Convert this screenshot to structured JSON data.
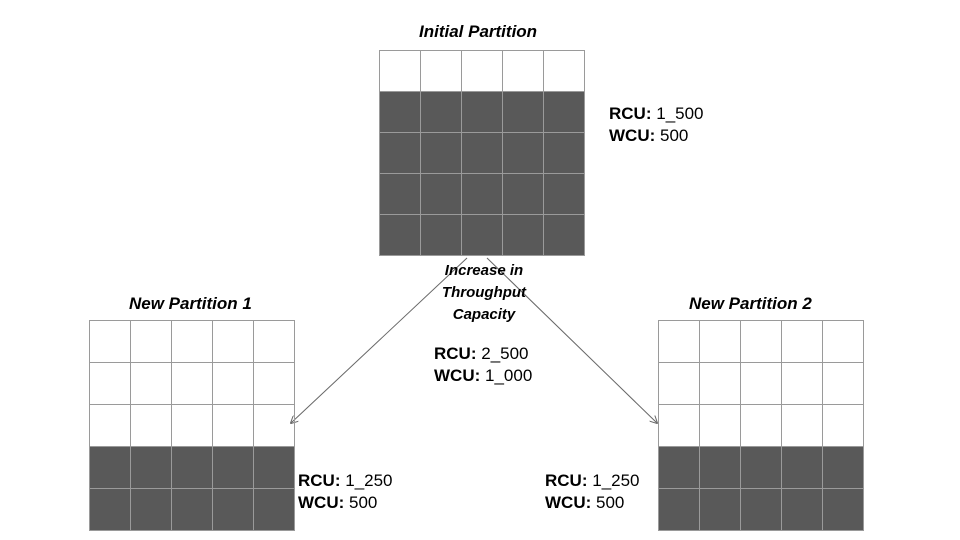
{
  "initial": {
    "title": "Initial Partition",
    "rcu_label": "RCU:",
    "rcu_value": "1_500",
    "wcu_label": "WCU:",
    "wcu_value": "500",
    "filled_rows": 4,
    "total_rows": 5,
    "cols": 5
  },
  "increase": {
    "text_line1": "Increase in",
    "text_line2": "Throughput",
    "text_line3": "Capacity",
    "rcu_label": "RCU:",
    "rcu_value": "2_500",
    "wcu_label": "WCU:",
    "wcu_value": "1_000"
  },
  "partition1": {
    "title": "New Partition 1",
    "rcu_label": "RCU:",
    "rcu_value": "1_250",
    "wcu_label": "WCU:",
    "wcu_value": "500",
    "filled_rows": 2,
    "total_rows": 5,
    "cols": 5
  },
  "partition2": {
    "title": "New Partition 2",
    "rcu_label": "RCU:",
    "rcu_value": "1_250",
    "wcu_label": "WCU:",
    "wcu_value": "500",
    "filled_rows": 2,
    "total_rows": 5,
    "cols": 5
  },
  "colors": {
    "filled": "#595959",
    "empty": "#ffffff",
    "border": "#9a9a9a",
    "arrow": "#666666"
  }
}
